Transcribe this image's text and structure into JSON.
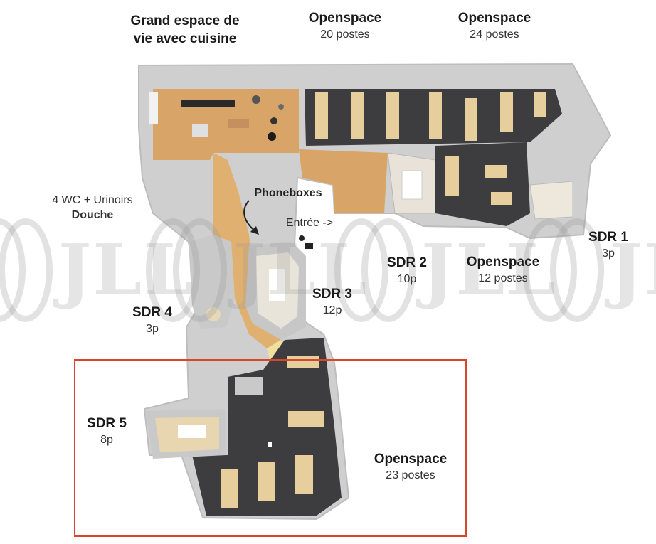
{
  "labels": {
    "grand_espace": [
      "Grand espace de",
      "vie avec cuisine"
    ],
    "openspace_20": {
      "title": "Openspace",
      "sub": "20 postes"
    },
    "openspace_24": {
      "title": "Openspace",
      "sub": "24 postes"
    },
    "wc": {
      "line1": "4 WC + Urinoirs",
      "line2": "Douche"
    },
    "phoneboxes": "Phoneboxes",
    "entree": "Entrée ->",
    "sdr1": {
      "title": "SDR 1",
      "sub": "3p"
    },
    "sdr2": {
      "title": "SDR 2",
      "sub": "10p"
    },
    "openspace_12": {
      "title": "Openspace",
      "sub": "12 postes"
    },
    "sdr3": {
      "title": "SDR 3",
      "sub": "12p"
    },
    "sdr4": {
      "title": "SDR 4",
      "sub": "3p"
    },
    "sdr5": {
      "title": "SDR 5",
      "sub": "8p"
    },
    "openspace_23": {
      "title": "Openspace",
      "sub": "23 postes"
    }
  },
  "watermark": "JLL",
  "colors": {
    "floor_dark": "#3d3d40",
    "floor_wood": "#d9a468",
    "wall": "#c8c8c8",
    "desk": "#e6cf9c",
    "highlight": "#d9472b"
  }
}
